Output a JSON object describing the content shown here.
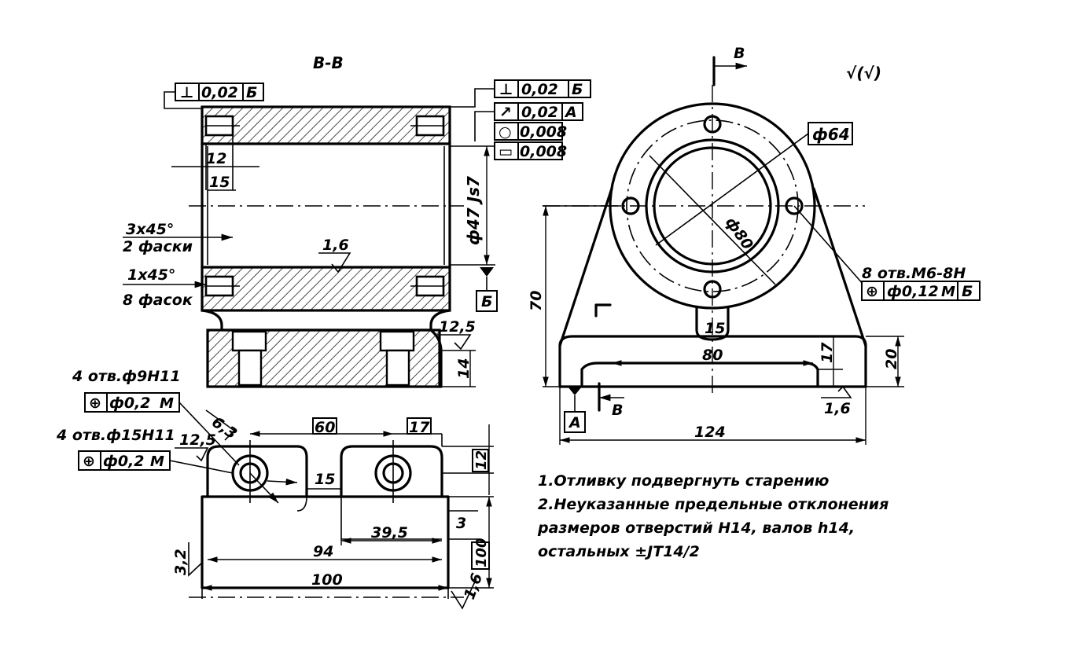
{
  "section_label": "В-В",
  "view_mark_label": "В",
  "roughness_symbol": "√(√)",
  "tolerances_left": {
    "sym": "⊥",
    "value": "0,02",
    "datum": "Б"
  },
  "tolerances_right": [
    {
      "sym": "⊥",
      "value": "0,02",
      "datum": "Б"
    },
    {
      "sym": "↗",
      "value": "0,02",
      "datum": "А"
    },
    {
      "sym": "○",
      "value": "0,008",
      "datum": ""
    },
    {
      "sym": "▭",
      "value": "0,008",
      "datum": ""
    }
  ],
  "dims": {
    "d12": "12",
    "d15a": "15",
    "chamfer1_a": "3х45°",
    "chamfer1_b": "2 фаски",
    "chamfer2_a": "1х45°",
    "chamfer2_b": "8 фасок",
    "rough_16a": "1,6",
    "bore": "ф47 Js7",
    "datum_b": "Б",
    "rough_125a": "12,5",
    "d14": "14",
    "dia64": "ф64",
    "dia80": "ф80",
    "holes_m6": "8 отв.М6-8Н",
    "pos_m6": {
      "sym": "⊕",
      "value": "ф0,12",
      "mod": "М",
      "datum": "Б"
    },
    "d70": "70",
    "d15b": "15",
    "d80": "80",
    "d17a": "17",
    "d20": "20",
    "rough_16b": "1,6",
    "datum_a": "А",
    "d124": "124",
    "holes_9": "4 отв.ф9Н11",
    "pos_9": {
      "sym": "⊕",
      "value": "ф0,2",
      "mod": "М"
    },
    "rough_63": "6,3",
    "holes_15": "4 отв.ф15Н11",
    "pos_15": {
      "sym": "⊕",
      "value": "ф0,2",
      "mod": "М"
    },
    "rough_125b": "12,5",
    "d60": "60",
    "d17b": "17",
    "d12b": "12",
    "d15c": "15",
    "d395": "39,5",
    "d3": "3",
    "rough_32": "3,2",
    "d94": "94",
    "d100h": "100",
    "d100": "100",
    "rough_16c": "1,6"
  },
  "notes": [
    "1.Отливку подвергнуть старению",
    "2.Неуказанные предельные отклонения",
    "размеров отверстий Н14, валов h14,",
    "остальных ±JT14/2"
  ]
}
